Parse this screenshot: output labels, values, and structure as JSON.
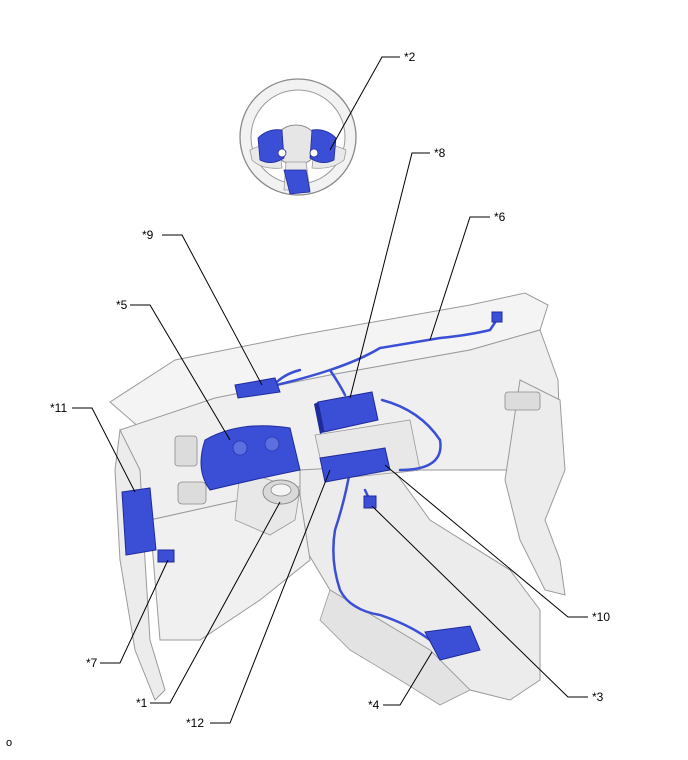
{
  "callouts": {
    "c1": "*1",
    "c2": "*2",
    "c3": "*3",
    "c4": "*4",
    "c5": "*5",
    "c6": "*6",
    "c7": "*7",
    "c8": "*8",
    "c9": "*9",
    "c10": "*10",
    "c11": "*11",
    "c12": "*12"
  },
  "footer_code": "o",
  "colors": {
    "component_blue": "#3b4fd6",
    "component_dark": "#1f2a9c",
    "body_grey": "#efefef",
    "outline_grey": "#9a9a9a",
    "leader_line": "#000000"
  }
}
